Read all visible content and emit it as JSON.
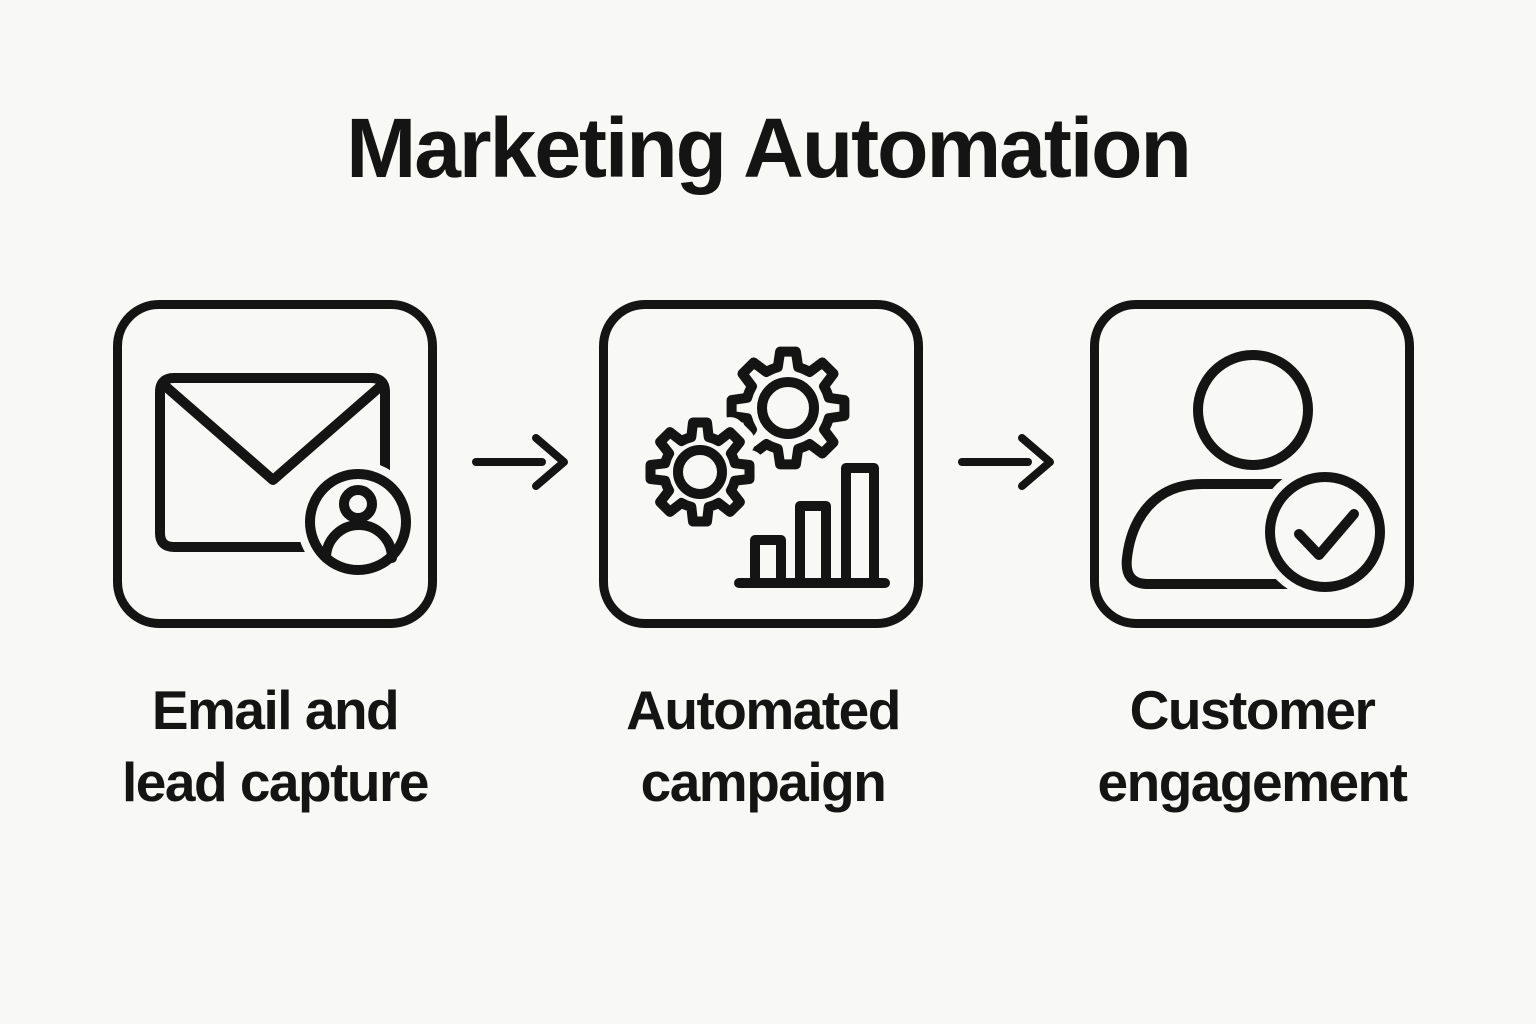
{
  "title": "Marketing Automation",
  "colors": {
    "background": "#f8f8f6",
    "ink": "#141414"
  },
  "steps": [
    {
      "icon": "email-lead-capture-icon",
      "label_lines": [
        "Email and",
        "lead capture"
      ]
    },
    {
      "icon": "automated-campaign-icon",
      "label_lines": [
        "Automated",
        "campaign"
      ]
    },
    {
      "icon": "customer-engagement-icon",
      "label_lines": [
        "Customer",
        "engagement"
      ]
    }
  ],
  "connectors": [
    {
      "type": "arrow-right"
    },
    {
      "type": "arrow-right"
    }
  ]
}
